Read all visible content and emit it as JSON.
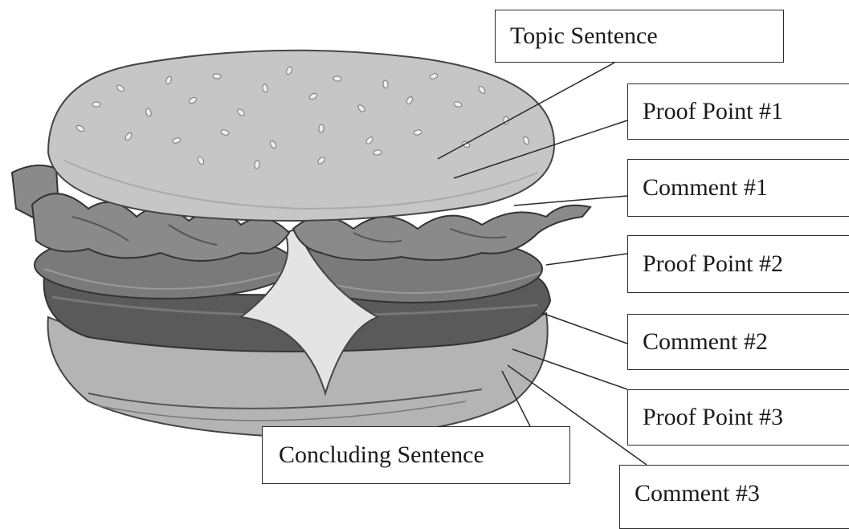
{
  "labels": {
    "topic_sentence": "Topic Sentence",
    "proof_point_1": "Proof  Point #1",
    "comment_1": "Comment #1",
    "proof_point_2": "Proof  Point #2",
    "comment_2": "Comment #2",
    "proof_point_3": "Proof Point #3",
    "concluding_sentence": "Concluding Sentence",
    "comment_3": "Comment #3"
  },
  "colors": {
    "bun": "#c6c6c6",
    "lettuce": "#8a8a8a",
    "tomato": "#7a7a7a",
    "patty": "#5a5a5a",
    "cheese": "#e4e4e4",
    "bottom_bun": "#b4b4b4",
    "line": "#2a2a2a"
  }
}
